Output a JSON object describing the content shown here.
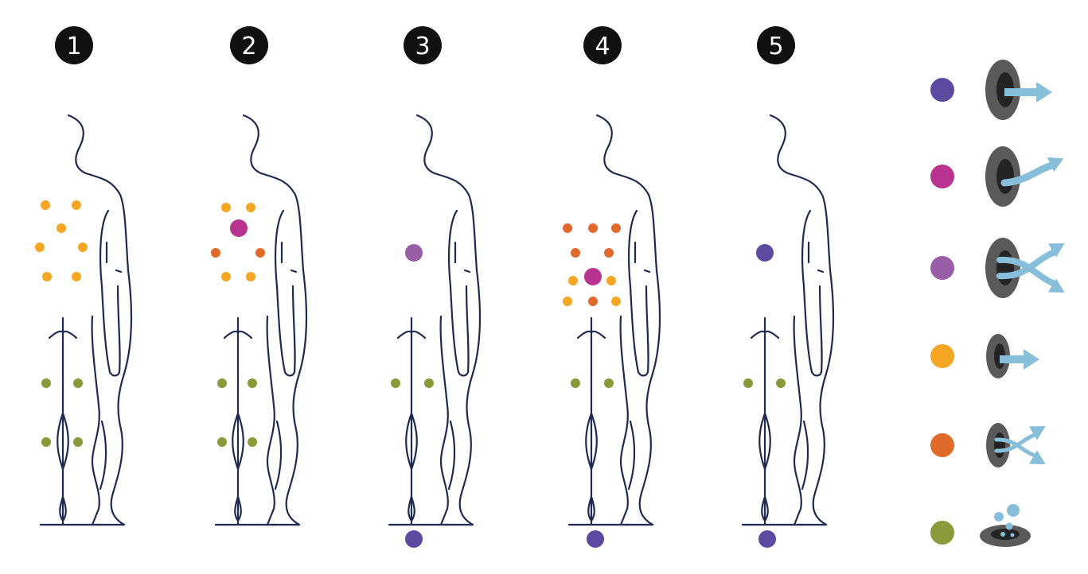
{
  "colors": {
    "purple": "#5b4aa0",
    "magenta": "#b8328f",
    "violet": "#9a5ea8",
    "yellow": "#f5a623",
    "orange": "#e06a2b",
    "olive": "#8a9a3a",
    "numberCircle": "#111111",
    "outline": "#1f2a52",
    "diskOuter": "#5a5a5a",
    "diskInner": "#242424",
    "arrow": "#87bfdb"
  },
  "panels": [
    {
      "number": "1"
    },
    {
      "number": "2"
    },
    {
      "number": "3"
    },
    {
      "number": "4"
    },
    {
      "number": "5"
    }
  ],
  "legend": [
    {
      "color": "purple",
      "icon": "straight-arrow-disc-icon"
    },
    {
      "color": "magenta",
      "icon": "curved-arrow-disc-icon"
    },
    {
      "color": "violet",
      "icon": "crossing-arrows-disc-icon"
    },
    {
      "color": "yellow",
      "icon": "small-straight-arrow-disc-icon"
    },
    {
      "color": "orange",
      "icon": "small-crossing-arrows-disc-icon"
    },
    {
      "color": "olive",
      "icon": "bubbles-hole-icon"
    }
  ]
}
